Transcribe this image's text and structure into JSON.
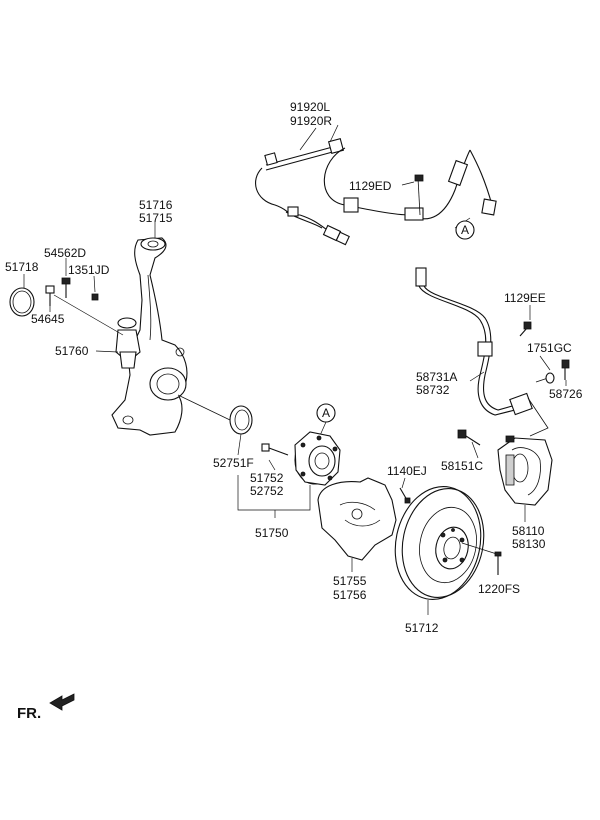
{
  "labels": {
    "p91920L": "91920L",
    "p91920R": "91920R",
    "p1129ED": "1129ED",
    "p51716": "51716",
    "p51715": "51715",
    "p54562D": "54562D",
    "p51718": "51718",
    "p1351JD": "1351JD",
    "p54645": "54645",
    "p51760": "51760",
    "p1129EE": "1129EE",
    "p1751GC": "1751GC",
    "p58731A": "58731A",
    "p58732": "58732",
    "p58726": "58726",
    "p58151C": "58151C",
    "p52751F": "52751F",
    "p51752": "51752",
    "p52752": "52752",
    "p1140EJ": "1140EJ",
    "p51750": "51750",
    "p58110": "58110",
    "p58130": "58130",
    "p51755": "51755",
    "p51756": "51756",
    "p1220FS": "1220FS",
    "p51712": "51712"
  },
  "markers": {
    "a1": "A",
    "a2": "A"
  },
  "direction": {
    "label": "FR."
  }
}
